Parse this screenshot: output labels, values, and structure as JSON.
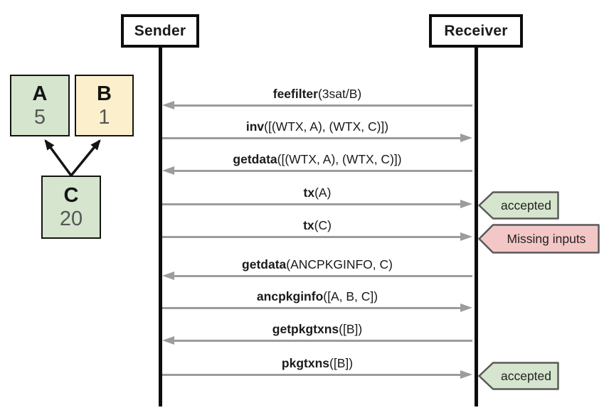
{
  "actors": {
    "sender": "Sender",
    "receiver": "Receiver"
  },
  "graph": {
    "nodes": [
      {
        "id": "A",
        "label": "A",
        "value": "5",
        "color": "green"
      },
      {
        "id": "B",
        "label": "B",
        "value": "1",
        "color": "yellow"
      },
      {
        "id": "C",
        "label": "C",
        "value": "20",
        "color": "green"
      }
    ],
    "edges": [
      {
        "from": "C",
        "to": "A"
      },
      {
        "from": "C",
        "to": "B"
      }
    ]
  },
  "messages": [
    {
      "name": "feefilter",
      "args": "(3sat/B)",
      "direction": "left"
    },
    {
      "name": "inv",
      "args": "([(WTX, A), (WTX, C)])",
      "direction": "right"
    },
    {
      "name": "getdata",
      "args": "([(WTX, A), (WTX, C)])",
      "direction": "left"
    },
    {
      "name": "tx",
      "args": "(A)",
      "direction": "right",
      "tag": {
        "text": "accepted",
        "color": "green"
      }
    },
    {
      "name": "tx",
      "args": "(C)",
      "direction": "right",
      "tag": {
        "text": "Missing inputs",
        "color": "pink"
      }
    },
    {
      "name": "getdata",
      "args": "(ANCPKGINFO, C)",
      "direction": "left"
    },
    {
      "name": "ancpkginfo",
      "args": "([A, B, C])",
      "direction": "right"
    },
    {
      "name": "getpkgtxns",
      "args": "([B])",
      "direction": "left"
    },
    {
      "name": "pkgtxns",
      "args": "([B])",
      "direction": "right",
      "tag": {
        "text": "accepted",
        "color": "green"
      }
    }
  ],
  "colors": {
    "green": "#d6e5cd",
    "yellow": "#fcf0cc",
    "pink": "#f4c7c7",
    "arrow": "#9c9c9c",
    "tag_border": "#595959",
    "node_border": "#141414"
  }
}
